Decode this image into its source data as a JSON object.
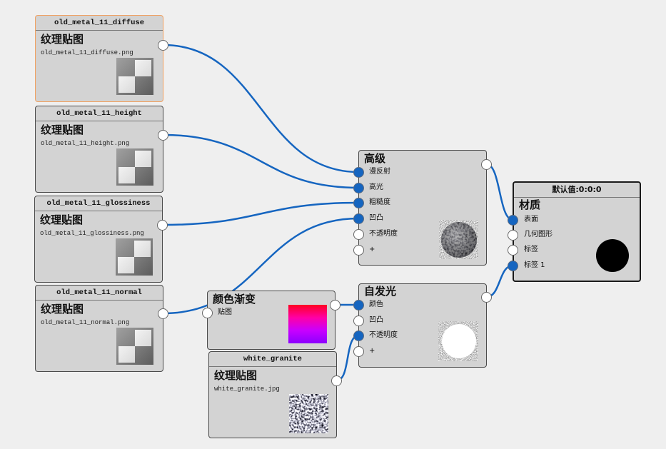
{
  "colors": {
    "canvas_background": "#efefef",
    "node_background": "#d3d3d3",
    "wire": "#1565c0",
    "port_connected": "#1565c0",
    "port_empty": "#ffffff",
    "selected_border": "#f0a060"
  },
  "nodes": [
    {
      "header": "old_metal_11_diffuse",
      "title": "纹理贴图",
      "file": "old_metal_11_diffuse.png",
      "selected": true
    },
    {
      "header": "old_metal_11_height",
      "title": "纹理贴图",
      "file": "old_metal_11_height.png"
    },
    {
      "header": "old_metal_11_glossiness",
      "title": "纹理贴图",
      "file": "old_metal_11_glossiness.png"
    },
    {
      "header": "old_metal_11_normal",
      "title": "纹理贴图",
      "file": "old_metal_11_normal.png"
    },
    {
      "title": "颜色渐变",
      "inputs": [
        "贴图"
      ],
      "gradient": [
        "#ff0022",
        "#ff00a6",
        "#c800ff",
        "#8c00ff"
      ]
    },
    {
      "header": "white_granite",
      "title": "纹理贴图",
      "file": "white_granite.jpg"
    },
    {
      "title": "高级",
      "inputs": [
        "漫反射",
        "高光",
        "粗糙度",
        "凹凸",
        "不透明度",
        "+"
      ]
    },
    {
      "title": "自发光",
      "inputs": [
        "颜色",
        "凹凸",
        "不透明度",
        "+"
      ]
    },
    {
      "header": "默认值:0:0:0",
      "title": "材质",
      "inputs": [
        "表面",
        "几何图形",
        "标签",
        "标签 1"
      ],
      "preview_color": "#000000"
    }
  ],
  "links": [
    {
      "from": 0,
      "to": 6,
      "port": 0
    },
    {
      "from": 1,
      "to": 6,
      "port": 1
    },
    {
      "from": 2,
      "to": 6,
      "port": 2
    },
    {
      "from": 3,
      "to": 6,
      "port": 3
    },
    {
      "from": 4,
      "to": 7,
      "port": 0
    },
    {
      "from": 5,
      "to": 7,
      "port": 2
    },
    {
      "from": 6,
      "to": 8,
      "port": 0
    },
    {
      "from": 7,
      "to": 8,
      "port": 3
    }
  ]
}
